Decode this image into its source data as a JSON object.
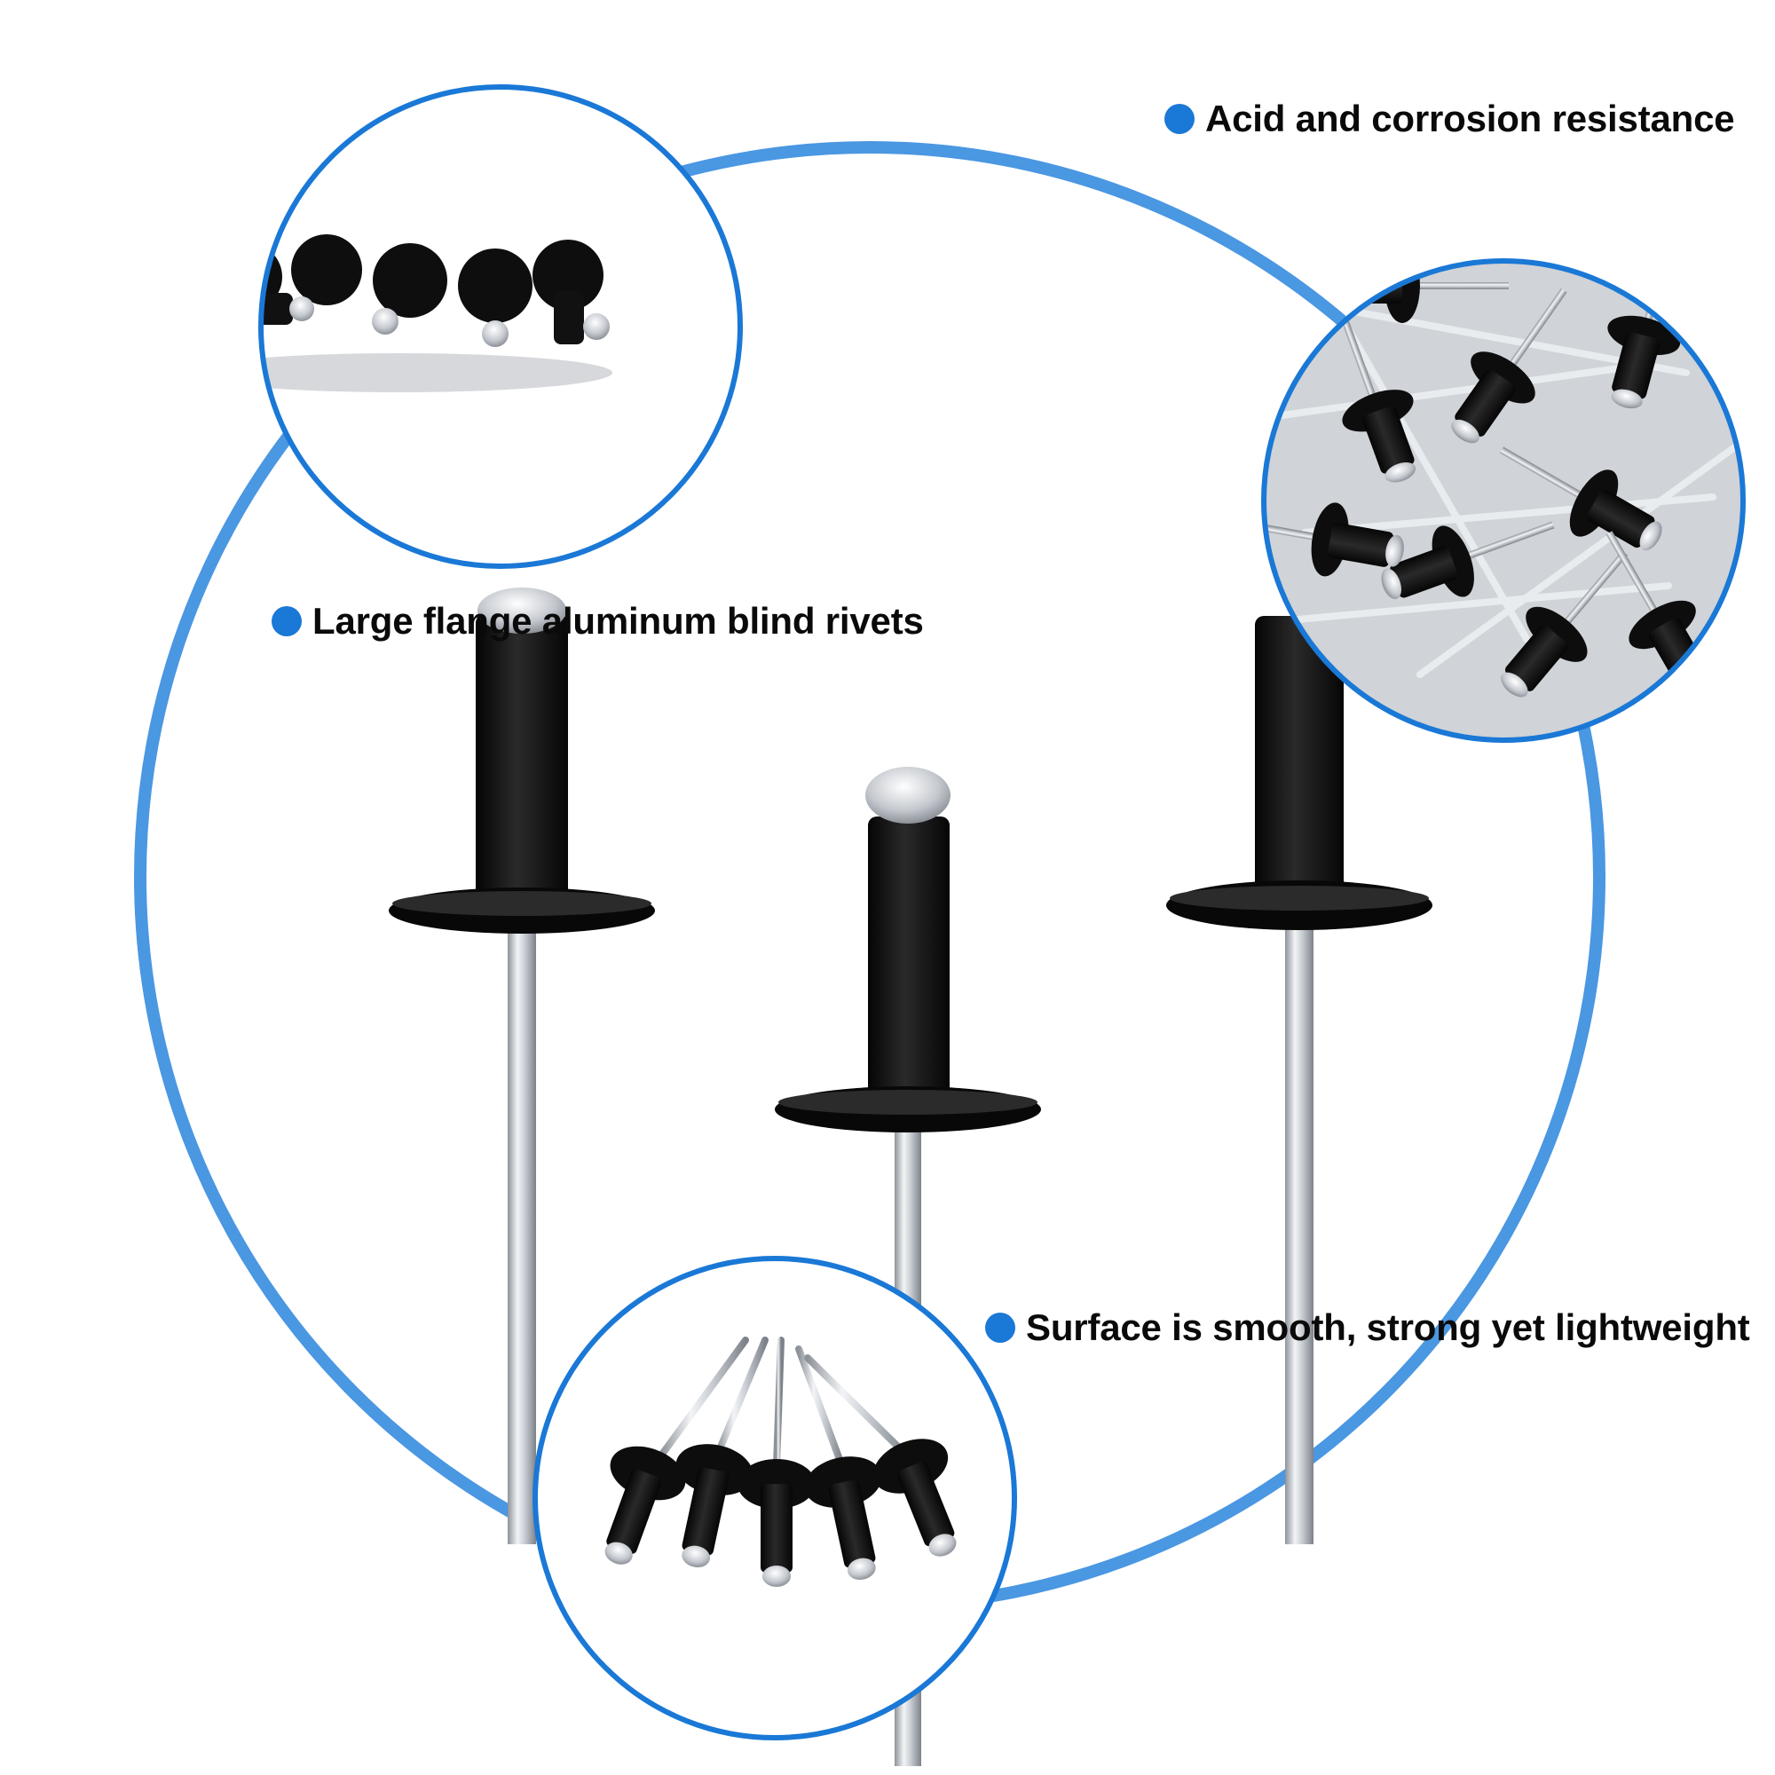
{
  "colors": {
    "accent": "#1a78d6",
    "ring": "#4a97e2",
    "rivet_body": "#111111",
    "mandrel": "#c9cdd3",
    "background": "#ffffff"
  },
  "features": [
    {
      "id": "feat-1",
      "text": "Acid and corrosion resistance"
    },
    {
      "id": "feat-2",
      "text": "Large flange aluminum blind rivets"
    },
    {
      "id": "feat-3",
      "text": "Surface is smooth, strong yet lightweight"
    }
  ],
  "photos": {
    "main": "three-black-blind-rivets",
    "inset_top_left": "row-of-rivet-heads",
    "inset_right": "pile-of-rivets",
    "inset_bottom": "fan-of-rivets"
  }
}
